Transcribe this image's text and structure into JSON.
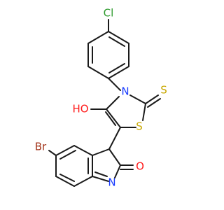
{
  "molecule": {
    "atoms": {
      "cl": {
        "symbol": "Cl",
        "color": "#2e9b2e"
      },
      "n3": {
        "symbol": "N",
        "color": "#1a3cff"
      },
      "oh": {
        "symbol": "HO",
        "color": "#ff1a1a"
      },
      "s_ring": {
        "symbol": "S",
        "color": "#c8a800"
      },
      "s_thione": {
        "symbol": "S",
        "color": "#c8a800"
      },
      "br": {
        "symbol": "Br",
        "color": "#a3361c"
      },
      "o_ketone": {
        "symbol": "O",
        "color": "#ff1a1a"
      },
      "n_indole": {
        "symbol": "N",
        "color": "#1a3cff"
      }
    },
    "bond_color": "#1a1a1a",
    "background": "#ffffff"
  }
}
